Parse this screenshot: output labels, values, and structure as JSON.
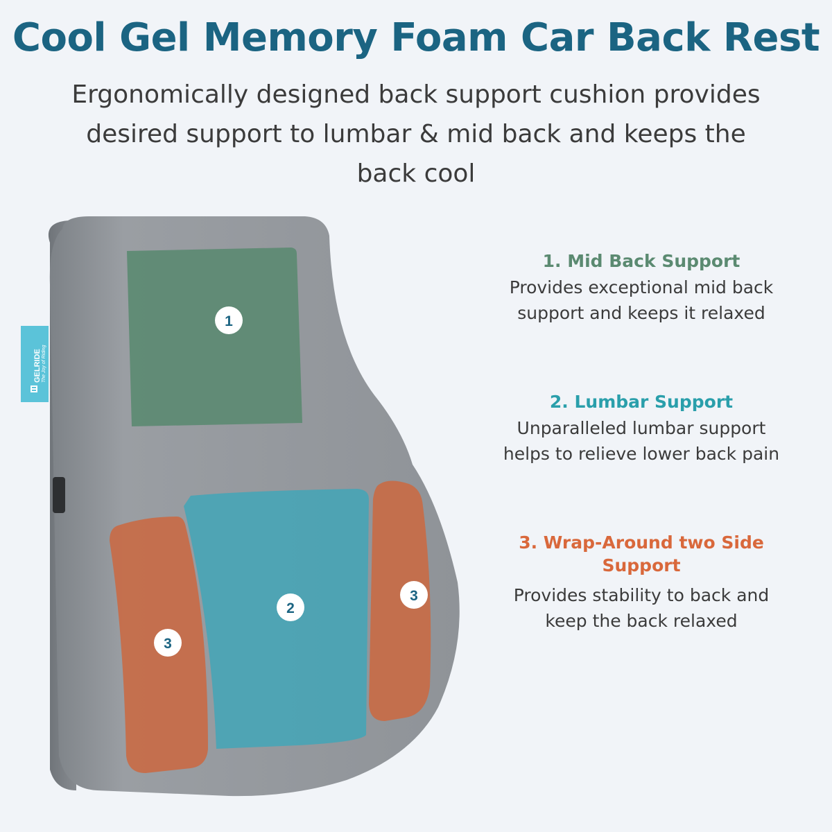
{
  "title": "Cool Gel Memory Foam Car Back Rest",
  "subtitle_lines": [
    "Ergonomically designed back support cushion provides",
    "desired support to lumbar & mid back and keeps the",
    "back cool"
  ],
  "colors": {
    "title": "#1b6482",
    "mid_back": "#5b8a71",
    "lumbar": "#2a9fab",
    "side": "#d9683b",
    "cushion": "#8d9297",
    "background": "#f1f4f8"
  },
  "features": [
    {
      "title_lines": [
        "1. Mid Back Support"
      ],
      "desc_lines": [
        "Provides exceptional mid back",
        "support and keeps it relaxed"
      ]
    },
    {
      "title_lines": [
        "2. Lumbar Support"
      ],
      "desc_lines": [
        "Unparalleled lumbar support",
        "helps to relieve lower back pain"
      ]
    },
    {
      "title_lines": [
        "3. Wrap-Around two Side",
        "Support"
      ],
      "desc_lines": [
        "Provides stability to back and",
        "keep the back relaxed"
      ]
    }
  ],
  "markers": [
    "1",
    "2",
    "3",
    "3"
  ],
  "brand_tag": {
    "name": "GELRIDE",
    "tagline": "The Joy of Riding",
    "icon": "gelride-logo-icon"
  }
}
